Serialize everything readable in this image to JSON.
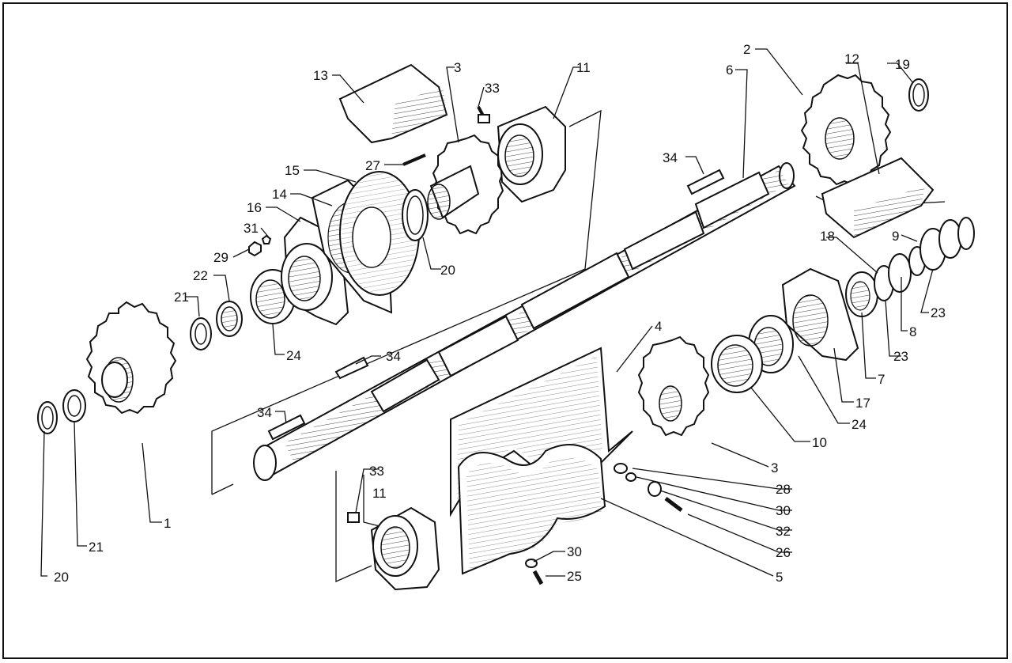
{
  "callouts": [
    "1",
    "2",
    "3",
    "3",
    "4",
    "5",
    "6",
    "7",
    "8",
    "9",
    "10",
    "11",
    "11",
    "12",
    "13",
    "14",
    "15",
    "16",
    "17",
    "18",
    "19",
    "20",
    "20",
    "21",
    "21",
    "22",
    "23",
    "23",
    "24",
    "24",
    "25",
    "26",
    "27",
    "28",
    "29",
    "30",
    "30",
    "31",
    "32",
    "33",
    "33",
    "34",
    "34",
    "34"
  ]
}
